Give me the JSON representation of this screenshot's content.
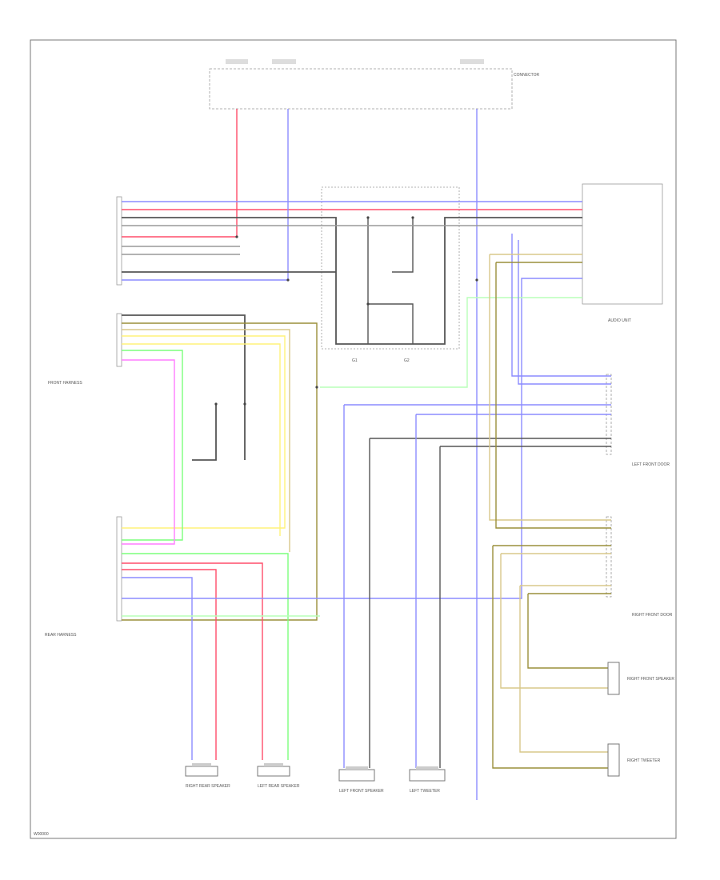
{
  "footer": {
    "code": "W00000"
  },
  "colors": {
    "red": "#ff4d6a",
    "blue": "#8c8cff",
    "black": "#444444",
    "gray": "#9a9a9a",
    "yellow": "#fff27a",
    "tan": "#d8c88a",
    "brown": "#9a8f3a",
    "green": "#7cff7c",
    "pink": "#ff7cff",
    "lightgreen": "#b8ffb8"
  },
  "components": {
    "fuse_box": "CONNECTOR",
    "front_harness": "FRONT HARNESS",
    "rear_harness": "REAR HARNESS",
    "audio_unit": "AUDIO UNIT",
    "lf_door": "LEFT FRONT DOOR",
    "rf_door": "RIGHT FRONT DOOR",
    "rr_speaker": "RIGHT REAR SPEAKER",
    "lr_speaker": "LEFT REAR SPEAKER",
    "lf_speaker": "LEFT FRONT SPEAKER",
    "lf_tweeter": "LEFT TWEETER",
    "rf_speaker": "RIGHT FRONT SPEAKER",
    "rf_tweeter": "RIGHT TWEETER",
    "ground_1": "G1",
    "ground_2": "G2"
  }
}
